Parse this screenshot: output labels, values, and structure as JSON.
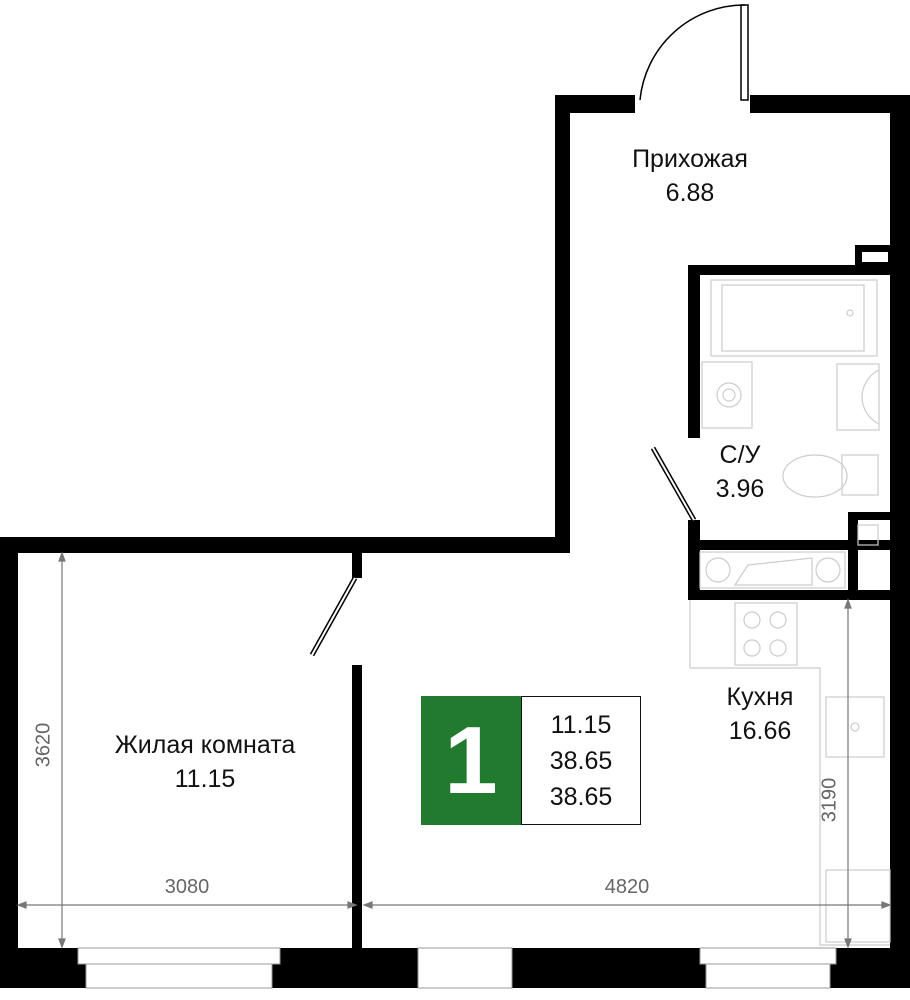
{
  "rooms": {
    "hallway": {
      "name": "Прихожая",
      "area": "6.88"
    },
    "bathroom": {
      "name": "С/У",
      "area": "3.96"
    },
    "kitchen": {
      "name": "Кухня",
      "area": "16.66"
    },
    "living": {
      "name": "Жилая комната",
      "area": "11.15"
    }
  },
  "dimensions": {
    "living_width": "3080",
    "kitchen_width": "4820",
    "living_depth": "3620",
    "kitchen_depth": "3190"
  },
  "legend": {
    "rooms_count": "1",
    "living_area": "11.15",
    "total_area": "38.65",
    "total_area_2": "38.65",
    "accent_color": "#217a2e"
  }
}
